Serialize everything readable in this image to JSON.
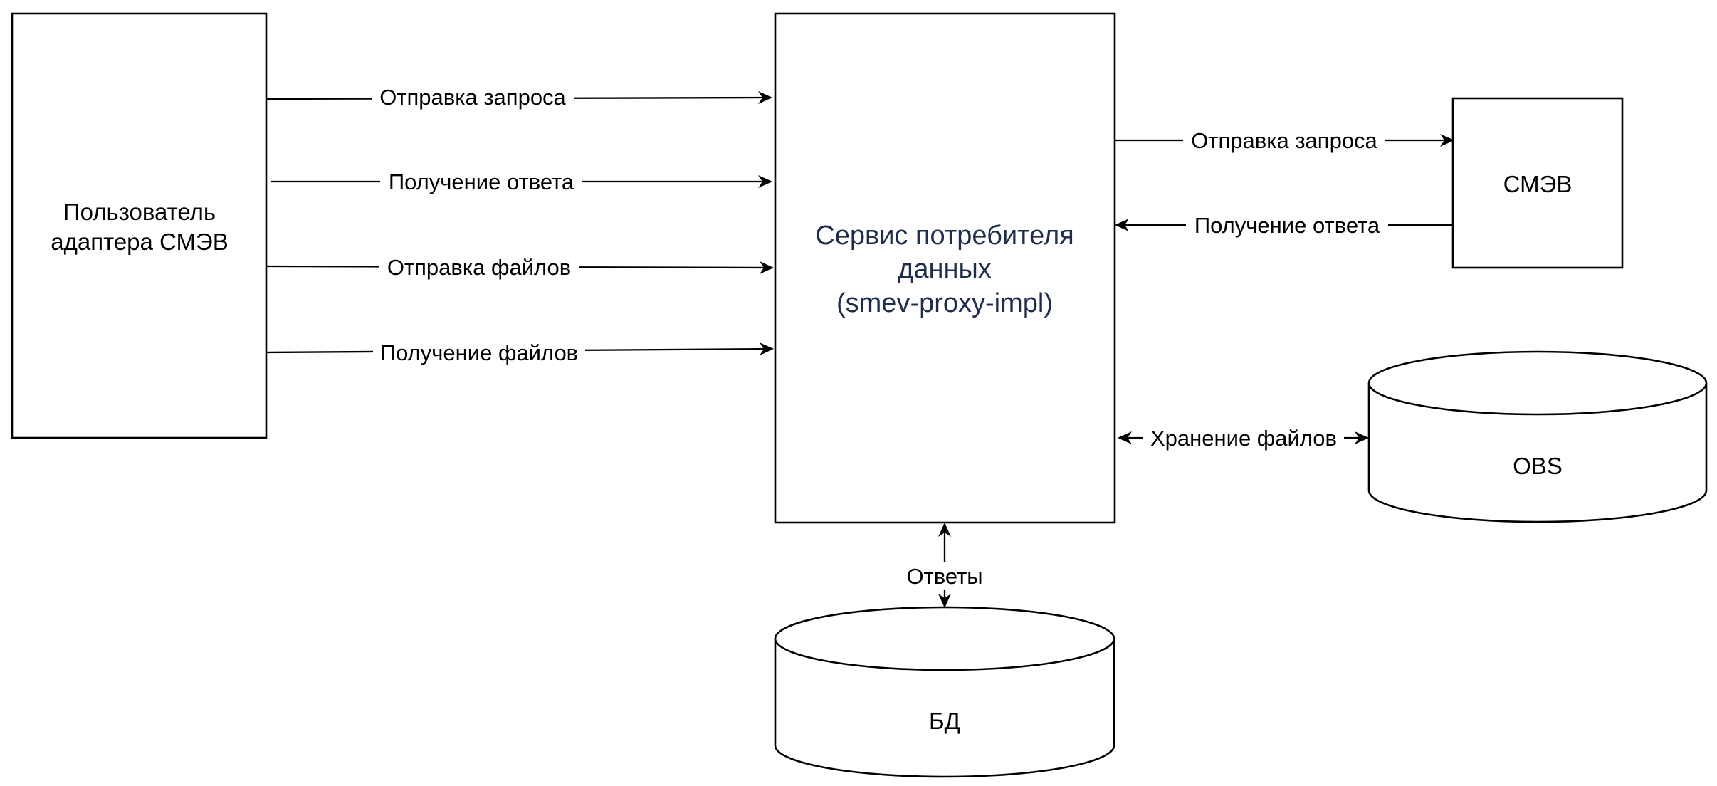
{
  "colors": {
    "stroke": "#000000",
    "fill": "#ffffff",
    "service_text": "#1f2d4d",
    "text": "#000000"
  },
  "nodes": {
    "user_line1": "Пользователь",
    "user_line2": "адаптера СМЭВ",
    "service_line1": "Сервис потребителя",
    "service_line2": "данных",
    "service_line3": "(smev-proxy-impl)",
    "smev": "СМЭВ",
    "obs": "OBS",
    "db": "БД"
  },
  "edges": {
    "user_send_request": "Отправка запроса",
    "user_get_response": "Получение ответа",
    "user_send_files": "Отправка файлов",
    "user_get_files": "Получение файлов",
    "smev_send_request": "Отправка запроса",
    "smev_get_response": "Получение ответа",
    "file_storage": "Хранение файлов",
    "db_responses": "Ответы"
  }
}
